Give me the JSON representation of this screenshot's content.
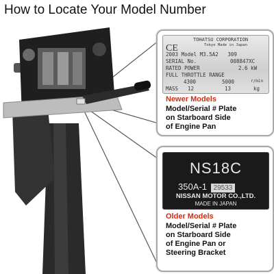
{
  "title": "How to Locate Your Model Number",
  "newer": {
    "plate": {
      "maker": "TOHATSU CORPORATION",
      "made_in": "Tokyo Made in Japan",
      "year": "2003",
      "model_label": "Model",
      "model": "M3.5A2",
      "code": "309",
      "serial_label": "SERIAL No.",
      "serial": "008847XC",
      "power_label": "RATED POWER",
      "power": "2.6 kW",
      "throttle_label": "FULL THROTTLE RANGE",
      "rpm_low": "4300",
      "rpm_high": "5000",
      "rpm_unit": "r/min",
      "mass_label": "MASS",
      "mass_low": "12",
      "mass_high": "13",
      "mass_unit": "kg"
    },
    "heading": "Newer Models",
    "desc_lines": [
      "Model/Serial # Plate",
      "on Starboard Side",
      "of Engine Pan"
    ]
  },
  "older": {
    "plate": {
      "model": "NS18C",
      "serial_prefix": "350A-1",
      "serial_box": "29533",
      "maker": "NISSAN MOTOR CO.,LTD.",
      "made_in": "MADE IN JAPAN"
    },
    "heading": "Older Models",
    "desc_lines": [
      "Model/Serial # Plate",
      "on Starboard Side",
      "of Engine Pan or",
      "Steering Bracket"
    ]
  }
}
